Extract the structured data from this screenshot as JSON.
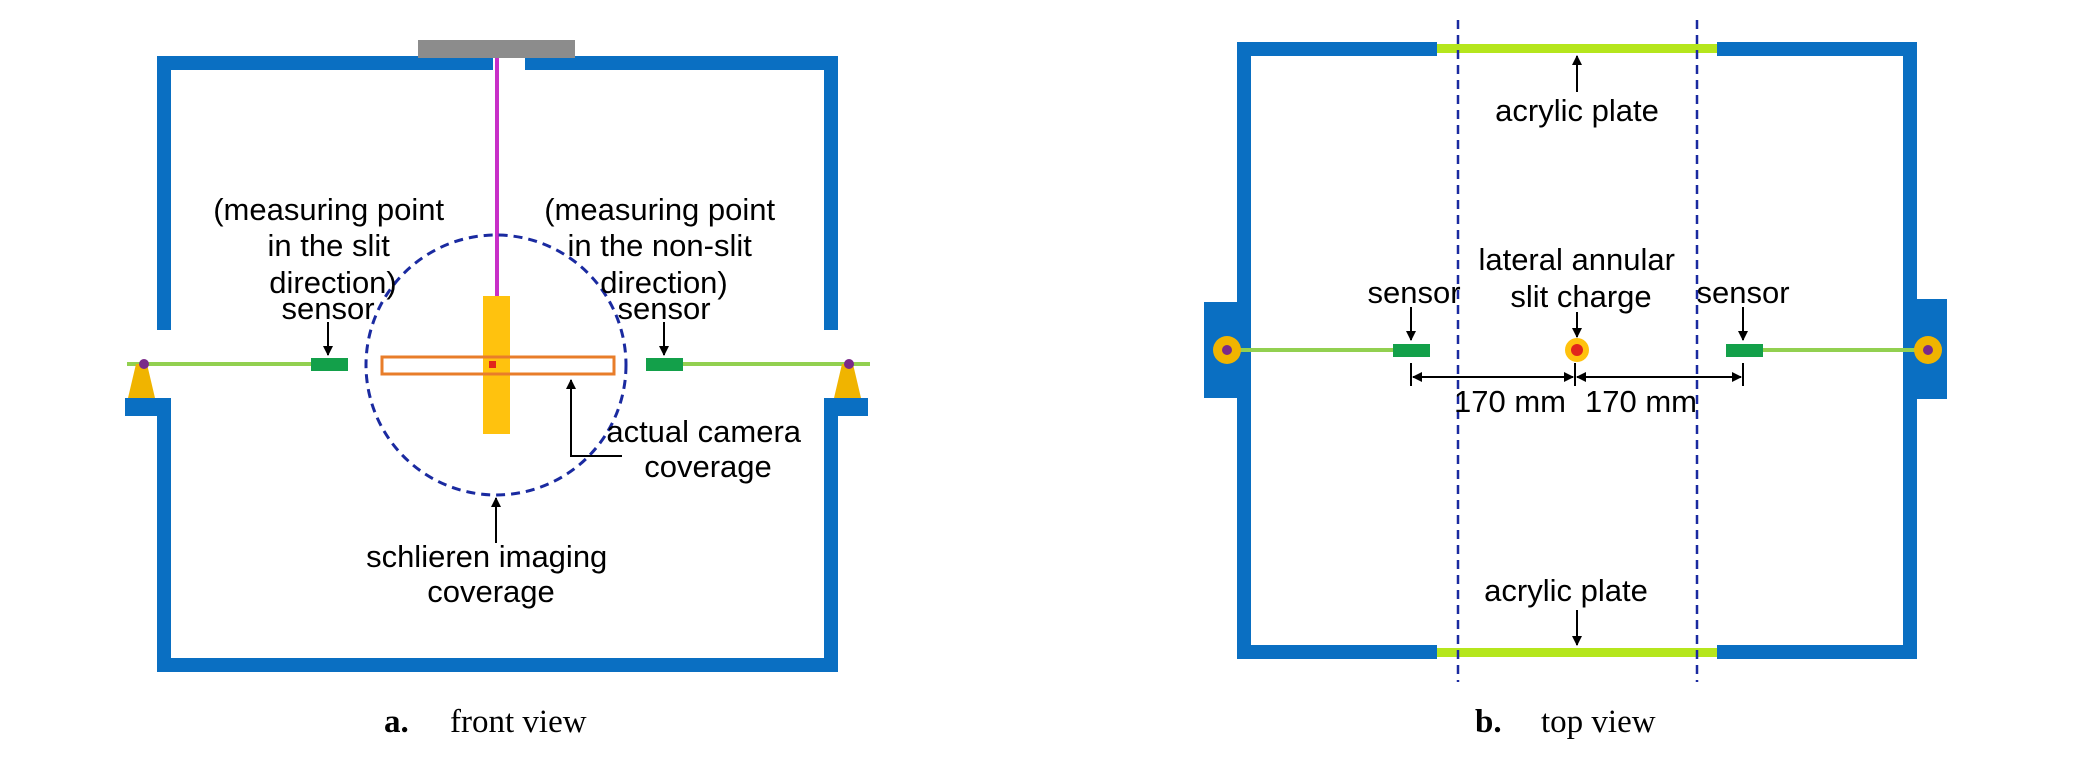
{
  "colors": {
    "chamber_wall": "#0a6fc2",
    "shutter": "#8c8c8c",
    "suspension_wire": "#c82fc8",
    "charge": "#ffc20e",
    "charge_center": "#e1261c",
    "sensor": "#13a04a",
    "sensor_rod": "#92d050",
    "acrylic_plate": "#b5e61d",
    "camera_coverage": "#e87d2a",
    "schlieren_coverage": "#1a2aa0",
    "dashed_guide": "#1a2aa0",
    "mount": "#f0b400"
  },
  "icons": {
    "sensor": "green-rectangle-icon",
    "charge": "yellow-rectangle-icon",
    "mount": "triangle-mount-icon",
    "pivot": "circle-pivot-icon"
  },
  "front_view": {
    "left_note": [
      "(measuring point",
      "in the slit",
      "direction)"
    ],
    "right_note": [
      "(measuring point",
      "in the non-slit",
      "direction)"
    ],
    "left_sensor_label": "sensor",
    "right_sensor_label": "sensor",
    "camera_label": [
      "actual camera",
      "coverage"
    ],
    "schlieren_label": [
      "schlieren imaging",
      "coverage"
    ],
    "caption_letter": "a.",
    "caption_text": "front view"
  },
  "top_view": {
    "top_plate_label": "acrylic plate",
    "bottom_plate_label": "acrylic plate",
    "charge_label": [
      "lateral annular",
      "slit charge"
    ],
    "left_sensor_label": "sensor",
    "right_sensor_label": "sensor",
    "left_distance": "170 mm",
    "right_distance": "170 mm",
    "caption_letter": "b.",
    "caption_text": "top view"
  }
}
